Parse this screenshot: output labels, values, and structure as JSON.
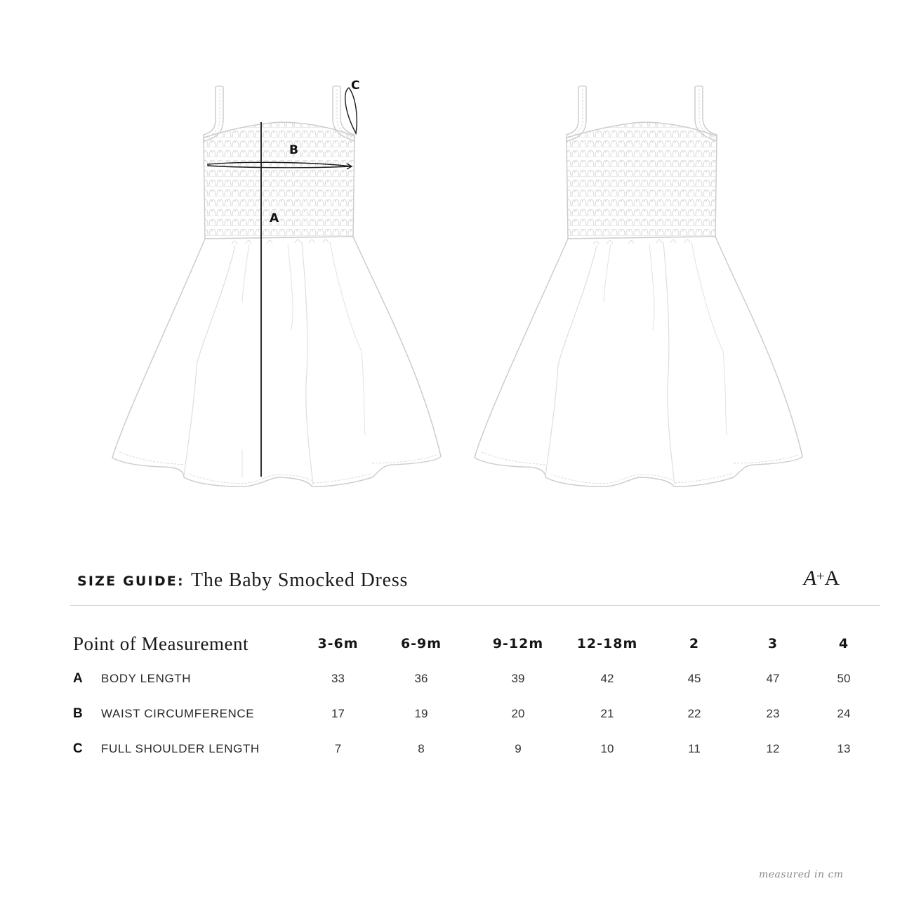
{
  "illustration": {
    "labels": {
      "a": "A",
      "b": "B",
      "c": "C"
    },
    "colors": {
      "outline": "#cfcfcf",
      "measure_line": "#1a1a1a"
    }
  },
  "header": {
    "size_guide_label": "SIZE GUIDE:",
    "title": "The Baby Smocked Dress",
    "logo": {
      "first": "A",
      "plus": "+",
      "second": "A"
    }
  },
  "table": {
    "header_label": "Point of Measurement",
    "sizes": [
      "3-6m",
      "6-9m",
      "9-12m",
      "12-18m",
      "2",
      "3",
      "4"
    ],
    "rows": [
      {
        "letter": "A",
        "label": "BODY LENGTH",
        "values": [
          "33",
          "36",
          "39",
          "42",
          "45",
          "47",
          "50"
        ]
      },
      {
        "letter": "B",
        "label": "WAIST CIRCUMFERENCE",
        "values": [
          "17",
          "19",
          "20",
          "21",
          "22",
          "23",
          "24"
        ]
      },
      {
        "letter": "C",
        "label": "FULL SHOULDER LENGTH",
        "values": [
          "7",
          "8",
          "9",
          "10",
          "11",
          "12",
          "13"
        ]
      }
    ]
  },
  "footnote": "measured in cm"
}
